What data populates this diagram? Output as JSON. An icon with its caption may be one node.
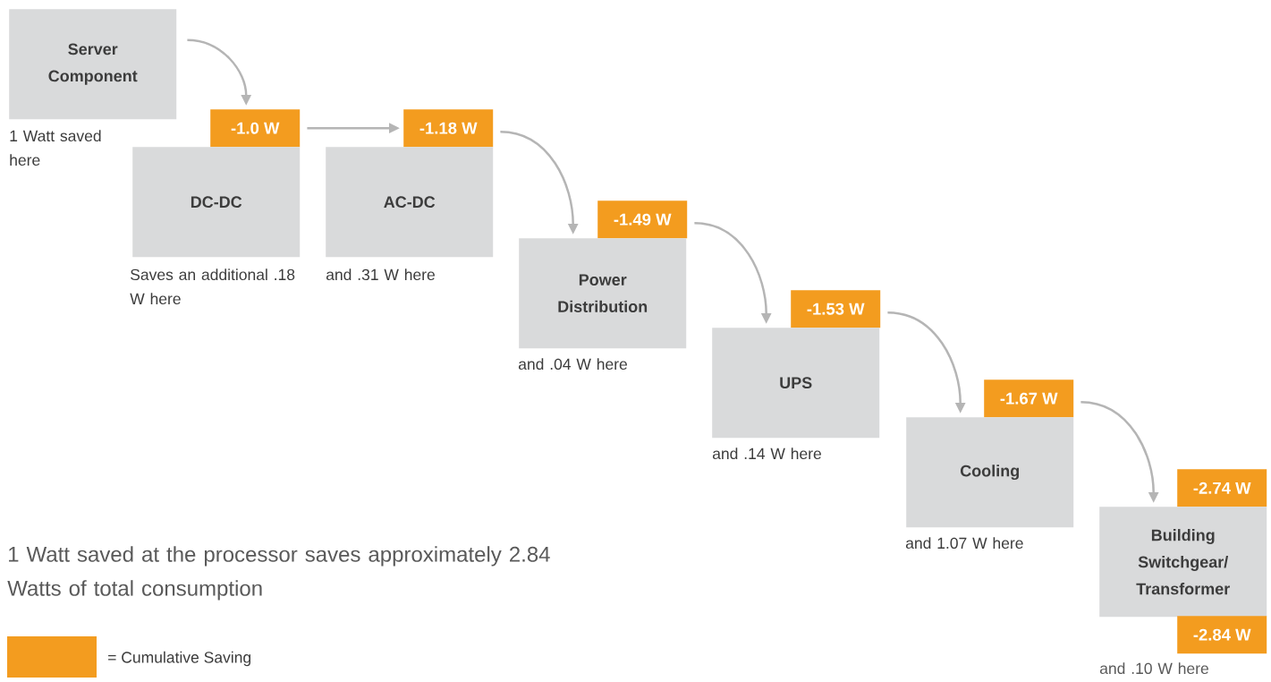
{
  "diagram": {
    "nodes": [
      {
        "text": [
          "Server Component"
        ],
        "beside": [
          "1 Watt saved here"
        ]
      },
      {
        "text": [
          "-1.0 W"
        ]
      },
      {
        "text": [
          "DC-DC"
        ],
        "beside": [
          "Saves an additional .18 W here"
        ]
      },
      {
        "text": [
          "-1.18 W"
        ]
      },
      {
        "text": [
          "AC-DC"
        ],
        "beside": [
          "and .31 W here"
        ]
      },
      {
        "text": [
          "-1.49 W"
        ]
      },
      {
        "text": [
          "Power Distribution"
        ],
        "beside": [
          "and .04 W here"
        ]
      },
      {
        "text": [
          "-1.53 W"
        ]
      },
      {
        "text": [
          "UPS"
        ],
        "beside": [
          "and .14 W here"
        ]
      },
      {
        "text": [
          "-1.67 W"
        ]
      },
      {
        "text": [
          "Cooling"
        ],
        "beside": [
          "and 1.07 W here"
        ]
      },
      {
        "text": [
          "-2.74 W"
        ]
      },
      {
        "text": [
          "Building Switchgear/ Transformer"
        ]
      },
      {
        "text": [
          "-2.84 W"
        ]
      }
    ],
    "edges": [
      {
        "from": 0,
        "to": 1,
        "arrow": "to"
      },
      {
        "from": 1,
        "to": 3,
        "arrow": "to"
      },
      {
        "from": 3,
        "to": 6,
        "arrow": "to"
      },
      {
        "from": 5,
        "to": 8,
        "arrow": "to"
      },
      {
        "from": 7,
        "to": 10,
        "arrow": "to"
      },
      {
        "from": 9,
        "to": 12,
        "arrow": "to"
      }
    ],
    "labels": [
      "1 Watt saved at the processor saves approximately 2.84 Watts of total consumption",
      "and .10 W here"
    ],
    "legend": [
      {
        "text": "= Cumulative Saving",
        "color": "#f39c1f"
      }
    ]
  }
}
